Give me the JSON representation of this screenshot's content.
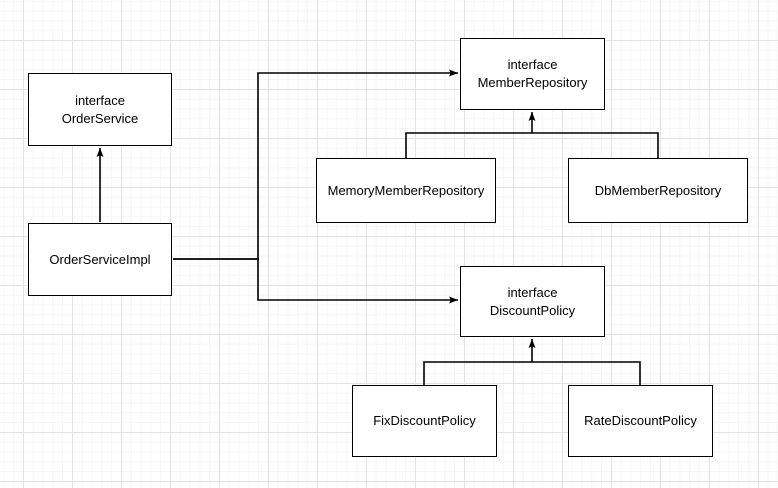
{
  "nodes": [
    {
      "id": "order-service",
      "lines": [
        "interface",
        "OrderService"
      ]
    },
    {
      "id": "order-service-impl",
      "lines": [
        "OrderServiceImpl"
      ]
    },
    {
      "id": "member-repository",
      "lines": [
        "interface",
        "MemberRepository"
      ]
    },
    {
      "id": "memory-member-repository",
      "lines": [
        "MemoryMemberRepository"
      ]
    },
    {
      "id": "db-member-repository",
      "lines": [
        "DbMemberRepository"
      ]
    },
    {
      "id": "discount-policy",
      "lines": [
        "interface",
        "DiscountPolicy"
      ]
    },
    {
      "id": "fix-discount-policy",
      "lines": [
        "FixDiscountPolicy"
      ]
    },
    {
      "id": "rate-discount-policy",
      "lines": [
        "RateDiscountPolicy"
      ]
    }
  ],
  "edges": [
    {
      "from": "OrderServiceImpl",
      "to": "OrderService",
      "type": "dependency-arrow"
    },
    {
      "from": "OrderServiceImpl",
      "to": "MemberRepository",
      "type": "dependency-arrow"
    },
    {
      "from": "OrderServiceImpl",
      "to": "DiscountPolicy",
      "type": "dependency-arrow"
    },
    {
      "from": "MemoryMemberRepository",
      "to": "MemberRepository",
      "type": "implements-arrow"
    },
    {
      "from": "DbMemberRepository",
      "to": "MemberRepository",
      "type": "implements-arrow"
    },
    {
      "from": "FixDiscountPolicy",
      "to": "DiscountPolicy",
      "type": "implements-arrow"
    },
    {
      "from": "RateDiscountPolicy",
      "to": "DiscountPolicy",
      "type": "implements-arrow"
    }
  ],
  "colors": {
    "background": "#ffffff",
    "grid_minor": "#f5f5f5",
    "grid_major": "#e3e3e3",
    "node_fill": "#ffffff",
    "node_border": "#000000",
    "text": "#000000",
    "edge": "#000000"
  }
}
